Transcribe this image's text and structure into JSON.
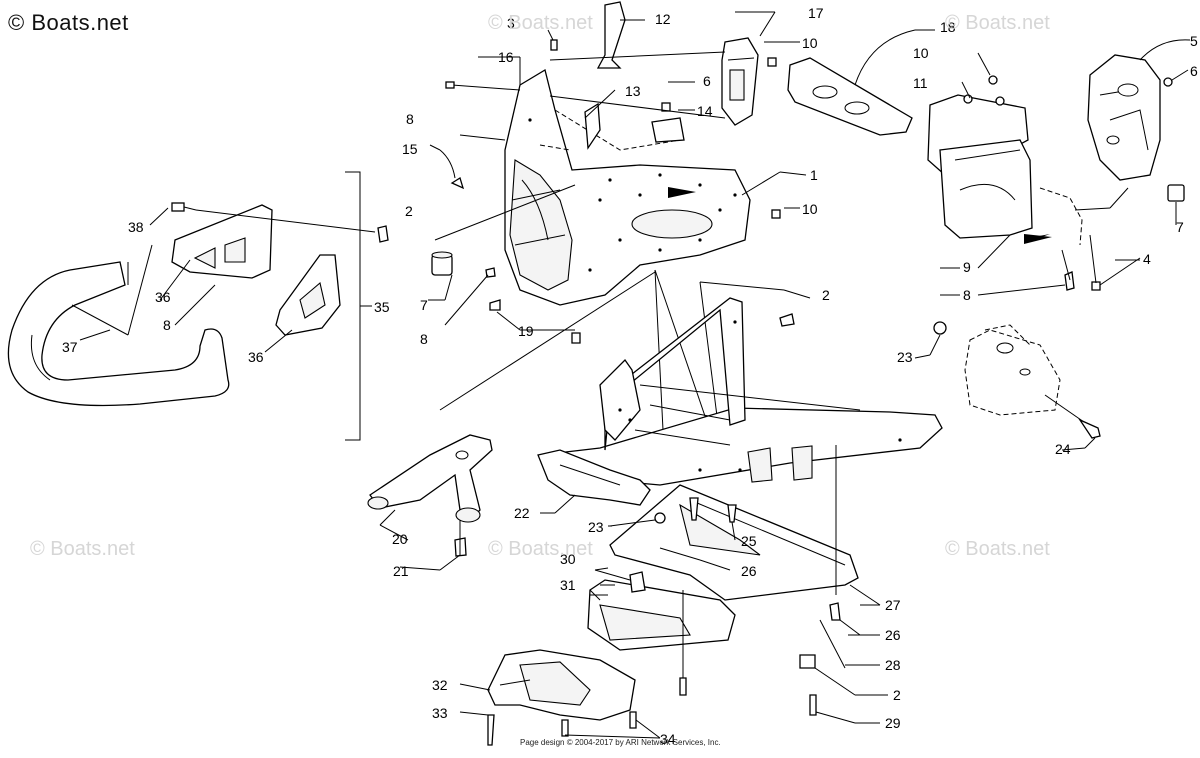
{
  "brand": {
    "text": "© Boats.net"
  },
  "watermark": {
    "text": "© Boats.net"
  },
  "copyright": {
    "text": "Page design © 2004-2017 by ARI Network Services, Inc."
  },
  "callouts": [
    "1",
    "2",
    "3",
    "4",
    "5",
    "6",
    "7",
    "8",
    "9",
    "10",
    "11",
    "12",
    "13",
    "14",
    "15",
    "16",
    "17",
    "18",
    "19",
    "20",
    "21",
    "22",
    "23",
    "24",
    "25",
    "26",
    "27",
    "28",
    "29",
    "30",
    "31",
    "32",
    "33",
    "34",
    "35",
    "36",
    "37",
    "38"
  ],
  "labels": {
    "c1": "1",
    "c2a": "2",
    "c2b": "2",
    "c2c": "2",
    "c3": "3",
    "c4": "4",
    "c5": "5",
    "c6a": "6",
    "c6b": "6",
    "c7a": "7",
    "c7b": "7",
    "c8a": "8",
    "c8b": "8",
    "c8c": "8",
    "c8d": "8",
    "c9": "9",
    "c10a": "10",
    "c10b": "10",
    "c10c": "10",
    "c11": "11",
    "c12": "12",
    "c13": "13",
    "c14": "14",
    "c15": "15",
    "c16": "16",
    "c17": "17",
    "c18": "18",
    "c19": "19",
    "c20": "20",
    "c21": "21",
    "c22": "22",
    "c23a": "23",
    "c23b": "23",
    "c24": "24",
    "c25": "25",
    "c26a": "26",
    "c26b": "26",
    "c27": "27",
    "c28": "28",
    "c29": "29",
    "c30": "30",
    "c31": "31",
    "c32": "32",
    "c33": "33",
    "c34": "34",
    "c35": "35",
    "c36a": "36",
    "c36b": "36",
    "c37": "37",
    "c38": "38"
  }
}
